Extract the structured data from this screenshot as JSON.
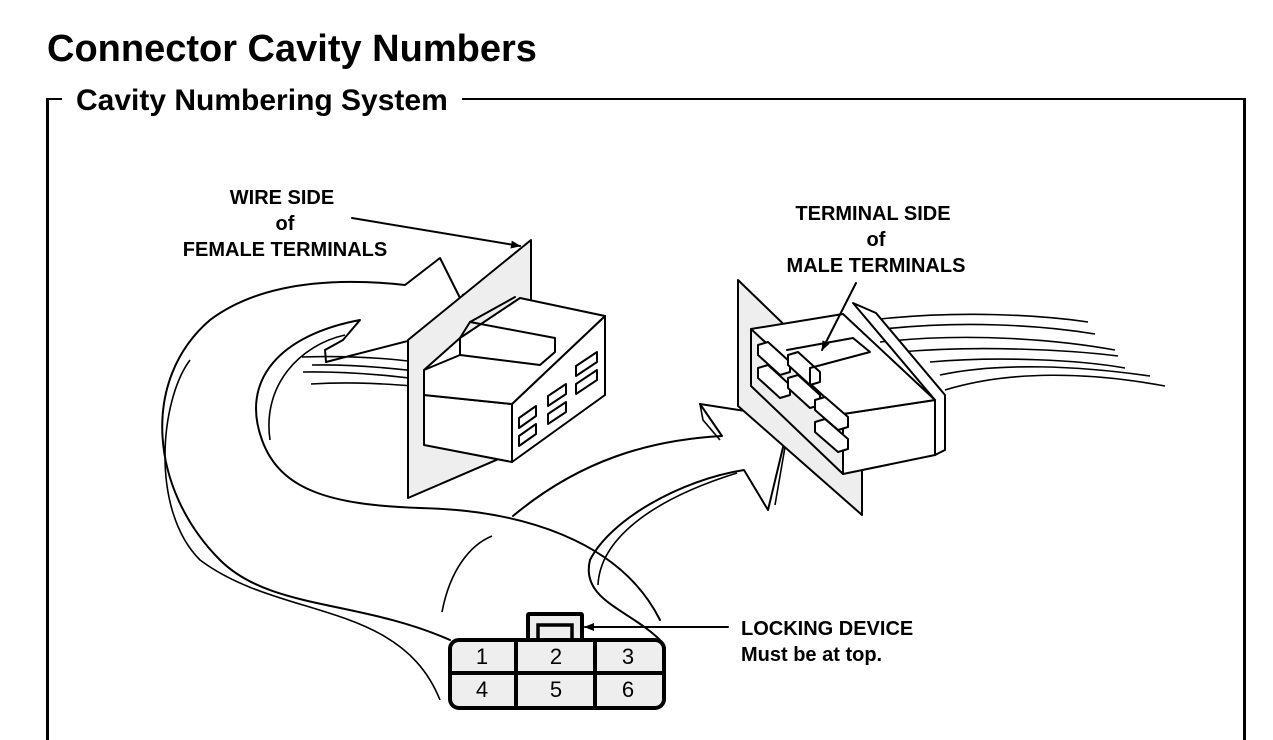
{
  "header": {
    "title": "Connector Cavity Numbers"
  },
  "section": {
    "title": "Cavity Numbering System"
  },
  "diagram": {
    "female_label": {
      "line1": "WIRE SIDE",
      "line2": "of",
      "line3": "FEMALE TERMINALS"
    },
    "male_label": {
      "line1": "TERMINAL SIDE",
      "line2": "of",
      "line3": "MALE TERMINALS"
    },
    "locking_label": {
      "line1": "LOCKING DEVICE",
      "line2": "Must be at top."
    },
    "cavities": {
      "top_row": [
        "1",
        "2",
        "3"
      ],
      "bottom_row": [
        "4",
        "5",
        "6"
      ]
    },
    "colors": {
      "line": "#000000",
      "shade": "#eeeeee",
      "background": "#ffffff"
    }
  }
}
